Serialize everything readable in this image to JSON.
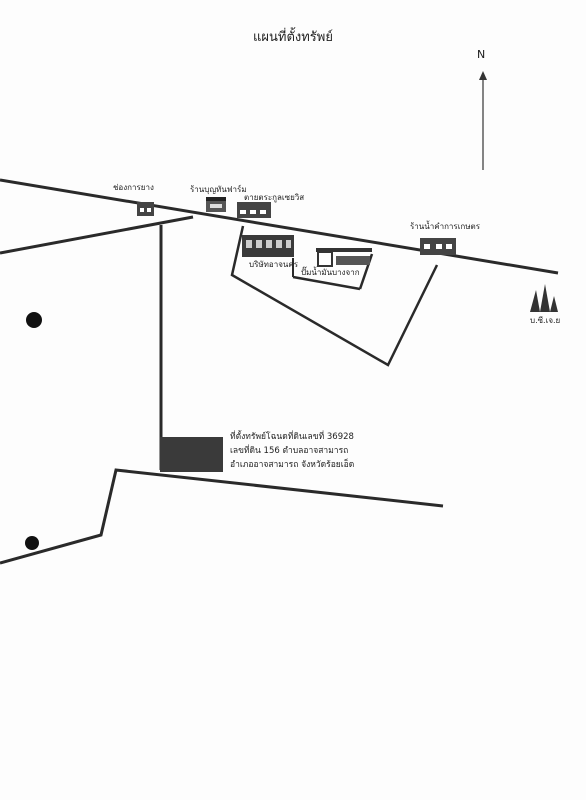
{
  "title": "แผนที่ตั้งทรัพย์",
  "north_label": "N",
  "landmarks": {
    "rubber_shop": "ช่องการยาง",
    "farm_shop": "ร้านบุญทันฟาร์ม",
    "bakery": "ตายตระกูลเซยวิส",
    "company": "บริษัทอาจนคร",
    "gas_station": "ปั๊มน้ำมันบางจาก",
    "agri_shop": "ร้านน้ำคำการเกษตร",
    "ptt": "บ.ซี.เจ.ย"
  },
  "parcel": {
    "line1": "ที่ตั้งทรัพย์โฉนดที่ดินเลขที่ 36928",
    "line2": "เลขที่ดิน 156 ตำบลอาจสามารถ",
    "line3": "อำเภออาจสามารถ จังหวัดร้อยเอ็ด"
  },
  "colors": {
    "road": "#2a2a2a",
    "parcel": "#3a3a3a"
  }
}
